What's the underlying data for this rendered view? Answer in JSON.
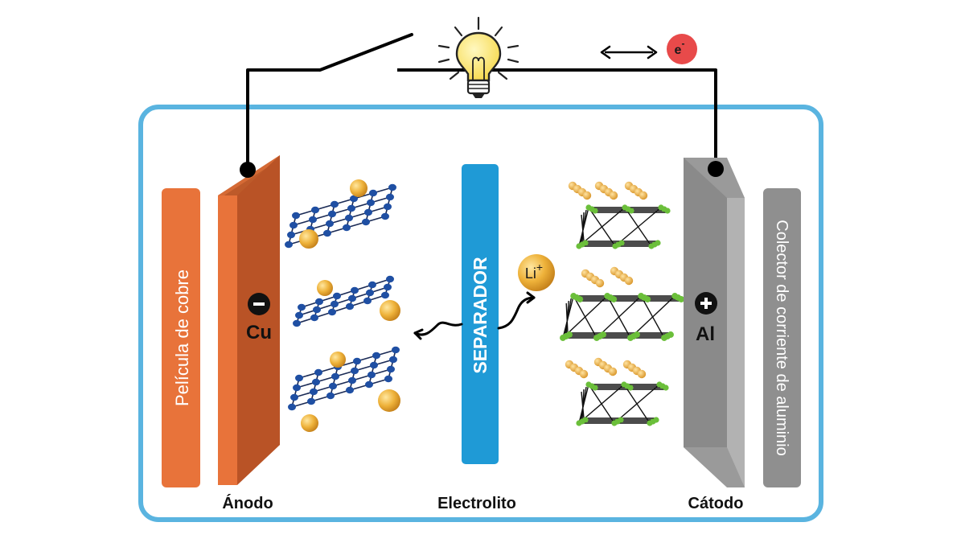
{
  "labels": {
    "copper_film": "Película de cobre",
    "anode_sign": "−",
    "anode_metal": "Cu",
    "separator": "SEPARADOR",
    "ion_main": "Li",
    "ion_sup": "+",
    "cathode_sign": "+",
    "cathode_metal": "Al",
    "aluminum_collector": "Colector de corriente de aluminio",
    "anode": "Ánodo",
    "electrolyte": "Electrolito",
    "cathode": "Cátodo",
    "electron_main": "e",
    "electron_sup": "-"
  },
  "colors": {
    "container_border": "#5ab4e0",
    "copper_light": "#e8733a",
    "copper_dark": "#b85425",
    "separator": "#1f9ad6",
    "lithium": "#e6a526",
    "graphite": "#1f4fa3",
    "cathode_node": "#6bbf3a",
    "aluminum_front": "#8a8a8a",
    "aluminum_side": "#a8a8a8",
    "electron": "#e84a4a",
    "wire": "#000000"
  },
  "icons": [
    "light-bulb-icon",
    "switch-icon",
    "double-arrow-icon"
  ]
}
